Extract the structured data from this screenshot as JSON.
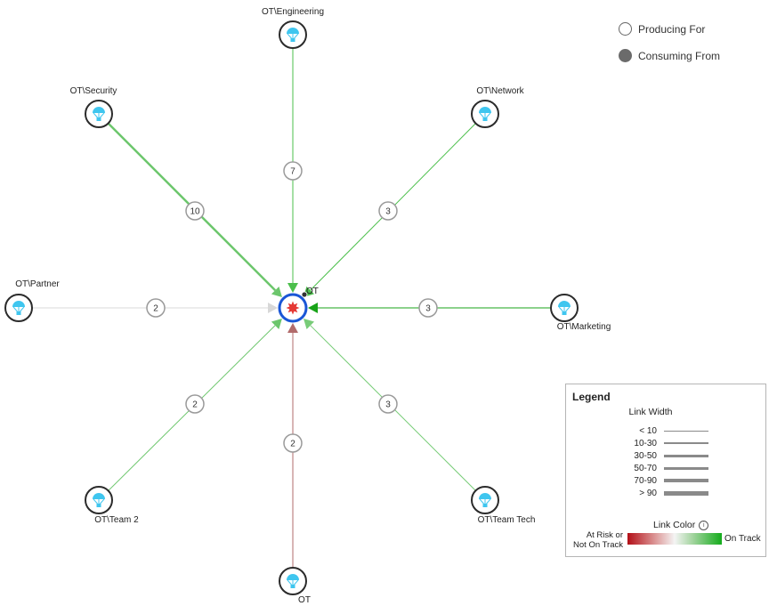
{
  "center": {
    "label": "OT",
    "ring_color": "#1a56d6",
    "icon": "red-starburst-icon",
    "icon_color": "#e53935"
  },
  "nodes": [
    {
      "id": "engineering",
      "label": "OT\\Engineering",
      "icon": "parachute-icon",
      "count": "7",
      "status": "on-track",
      "link_width_band": "< 10",
      "link_color": "#4bbf4b"
    },
    {
      "id": "network",
      "label": "OT\\Network",
      "icon": "parachute-icon",
      "count": "3",
      "status": "on-track",
      "link_width_band": "< 10",
      "link_color": "#4bbf4b"
    },
    {
      "id": "marketing",
      "label": "OT\\Marketing",
      "icon": "parachute-icon",
      "count": "3",
      "status": "on-track",
      "link_width_band": "< 10",
      "link_color": "#18a318"
    },
    {
      "id": "team-tech",
      "label": "OT\\Team Tech",
      "icon": "parachute-icon",
      "count": "3",
      "status": "on-track",
      "link_width_band": "< 10",
      "link_color": "#78cc78"
    },
    {
      "id": "ot-bottom",
      "label": "OT",
      "icon": "parachute-icon",
      "count": "2",
      "status": "at-risk",
      "link_width_band": "< 10",
      "link_color": "#b26b6b"
    },
    {
      "id": "team-2",
      "label": "OT\\Team 2",
      "icon": "parachute-icon",
      "count": "2",
      "status": "on-track",
      "link_width_band": "< 10",
      "link_color": "#6cc66c"
    },
    {
      "id": "partner",
      "label": "OT\\Partner",
      "icon": "parachute-icon",
      "count": "2",
      "status": "neutral",
      "link_width_band": "< 10",
      "link_color": "#d8d8d8"
    },
    {
      "id": "security",
      "label": "OT\\Security",
      "icon": "parachute-icon",
      "count": "10",
      "status": "on-track",
      "link_width_band": "10-30",
      "link_color": "#6cc66c"
    }
  ],
  "toggles": [
    {
      "id": "producing",
      "label": "Producing For",
      "style": "hollow",
      "icon": "hollow-circle-icon"
    },
    {
      "id": "consuming",
      "label": "Consuming From",
      "style": "filled",
      "icon": "filled-circle-icon"
    }
  ],
  "legend": {
    "title": "Legend",
    "link_width": {
      "title": "Link Width",
      "rows": [
        {
          "label": "< 10",
          "level": 1
        },
        {
          "label": "10-30",
          "level": 2
        },
        {
          "label": "30-50",
          "level": 3
        },
        {
          "label": "50-70",
          "level": 4
        },
        {
          "label": "70-90",
          "level": 5
        },
        {
          "label": "> 90",
          "level": 6
        }
      ]
    },
    "link_color": {
      "title": "Link Color",
      "info_icon": "info-icon",
      "left_label_1": "At Risk or",
      "left_label_2": "Not On Track",
      "right_label": "On Track",
      "colors": {
        "at_risk": "#b30f17",
        "neutral": "#f4f4f4",
        "on_track": "#14ac1c"
      }
    }
  }
}
